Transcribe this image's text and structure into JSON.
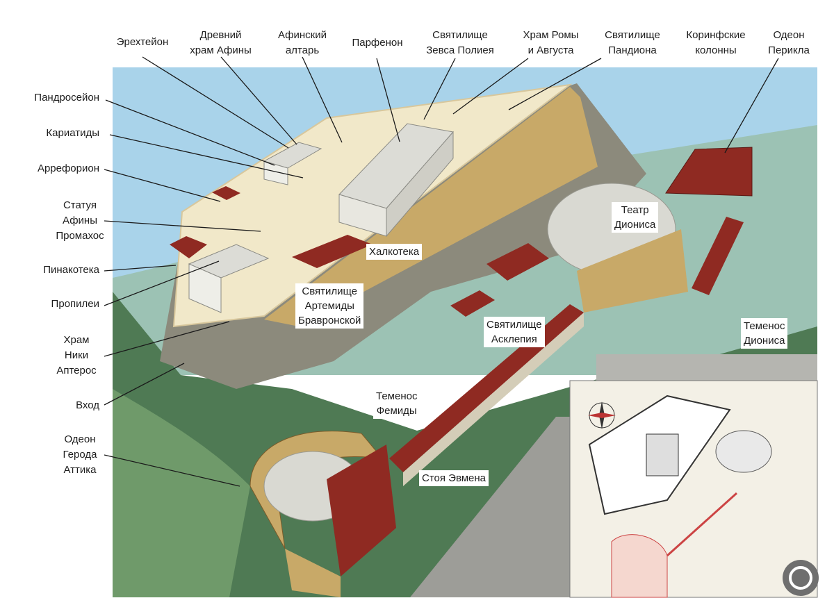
{
  "labels": {
    "erechtheion": "Эрехтейон",
    "old_temple": "Древний\nхрам Афины",
    "altar": "Афинский\nалтарь",
    "parthenon": "Парфенон",
    "zeus": "Святилище\nЗевса Полиея",
    "roma": "Храм Ромы\nи Августа",
    "pandion": "Святилище\nПандиона",
    "corinthian": "Коринфские\nколонны",
    "odeon_pericles": "Одеон\nПерикла",
    "pandroseion": "Пандросейон",
    "caryatids": "Кариатиды",
    "arrephorion": "Аррефорион",
    "promachos": "Статуя\nАфины\nПромахос",
    "pinakotheke": "Пинакотека",
    "propylaea": "Пропилеи",
    "nike": "Храм\nНики\nАптерос",
    "entrance": "Вход",
    "odeon_herodes": "Одеон\nГерода\nАттика",
    "chalkotheke": "Халкотека",
    "artemis": "Святилище\nАртемиды\nБравронской",
    "theatre": "Театр\nДиониса",
    "asclepius": "Святилище\nАсклепия",
    "themis": "Теменос\nФемиды",
    "stoa": "Стоя Эвмена",
    "temenos_dionysus": "Теменос\nДиониса"
  },
  "colors": {
    "sky": "#a9d3ea",
    "plateau": "#f1e8c9",
    "wall": "#c8a968",
    "roof": "#8f2a22",
    "rock": "#8c8a7c",
    "vegetation": "#4f7a54",
    "map_paper": "#f3f0e6",
    "leader": "#1a1a1a"
  }
}
